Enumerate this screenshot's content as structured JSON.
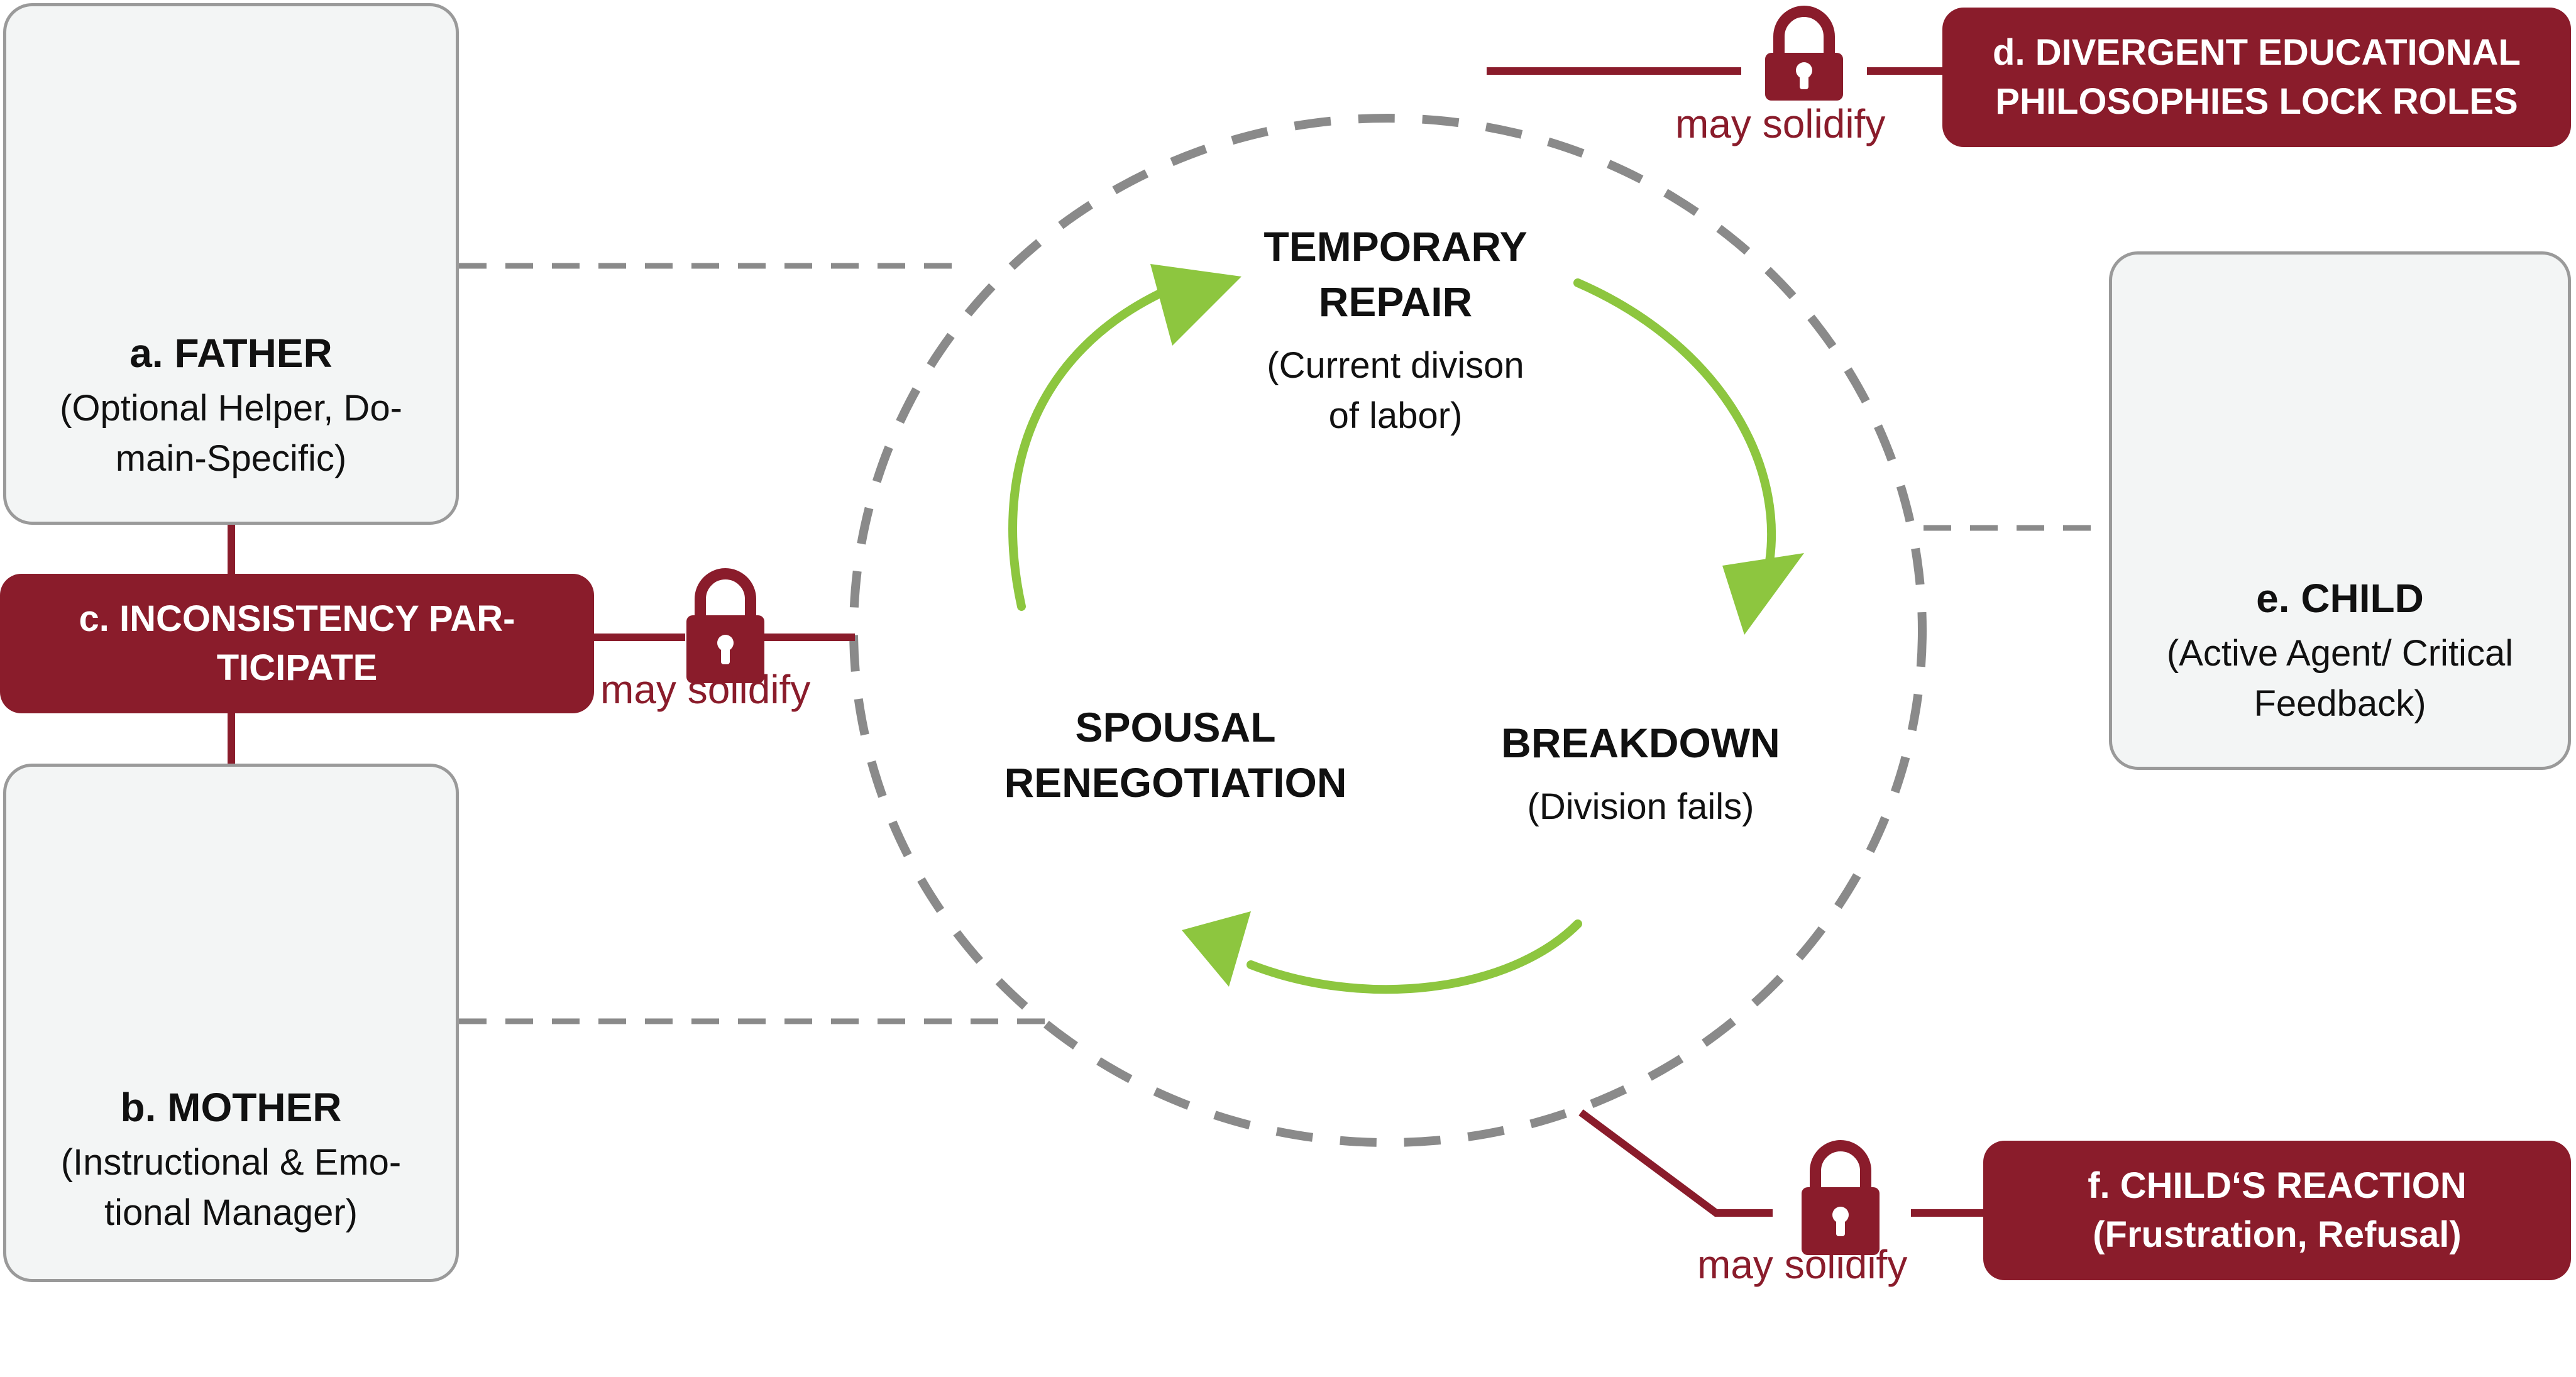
{
  "father": {
    "title": "a. FATHER",
    "subtitle": "(Optional Helper, Do-\nmain-Specific)"
  },
  "mother": {
    "title": "b. MOTHER",
    "subtitle": "(Instructional & Emo-\ntional Manager)"
  },
  "child": {
    "title": "e. CHILD",
    "subtitle": "(Active Agent/ Critical\nFeedback)"
  },
  "constraints": {
    "c": {
      "label": "c. INCONSISTENCY PAR-\nTICIPATE",
      "link": "may solidify"
    },
    "d": {
      "label": "d. DIVERGENT EDUCATIONAL\nPHILOSOPHIES LOCK ROLES",
      "link": "may solidify"
    },
    "f": {
      "label": "f. CHILD‘S REACTION\n(Frustration, Refusal)",
      "link": "may solidify"
    }
  },
  "cycle": {
    "repair": {
      "title": "TEMPORARY\nREPAIR",
      "sub": "(Current divison\nof labor)"
    },
    "breakdown": {
      "title": "BREAKDOWN",
      "sub": "(Division fails)"
    },
    "renegotiation": {
      "title": "SPOUSAL\nRENEGOTIATION"
    }
  },
  "colors": {
    "accent": "#8a1c2b",
    "arrow": "#8dc63f",
    "dash": "#8a8a8a",
    "card_bg": "#f3f5f5"
  },
  "icons": [
    "lock-icon",
    "father-toolbox-icon",
    "mother-heart-icon",
    "child-gamepad-icon",
    "thought-bubble-icon"
  ]
}
